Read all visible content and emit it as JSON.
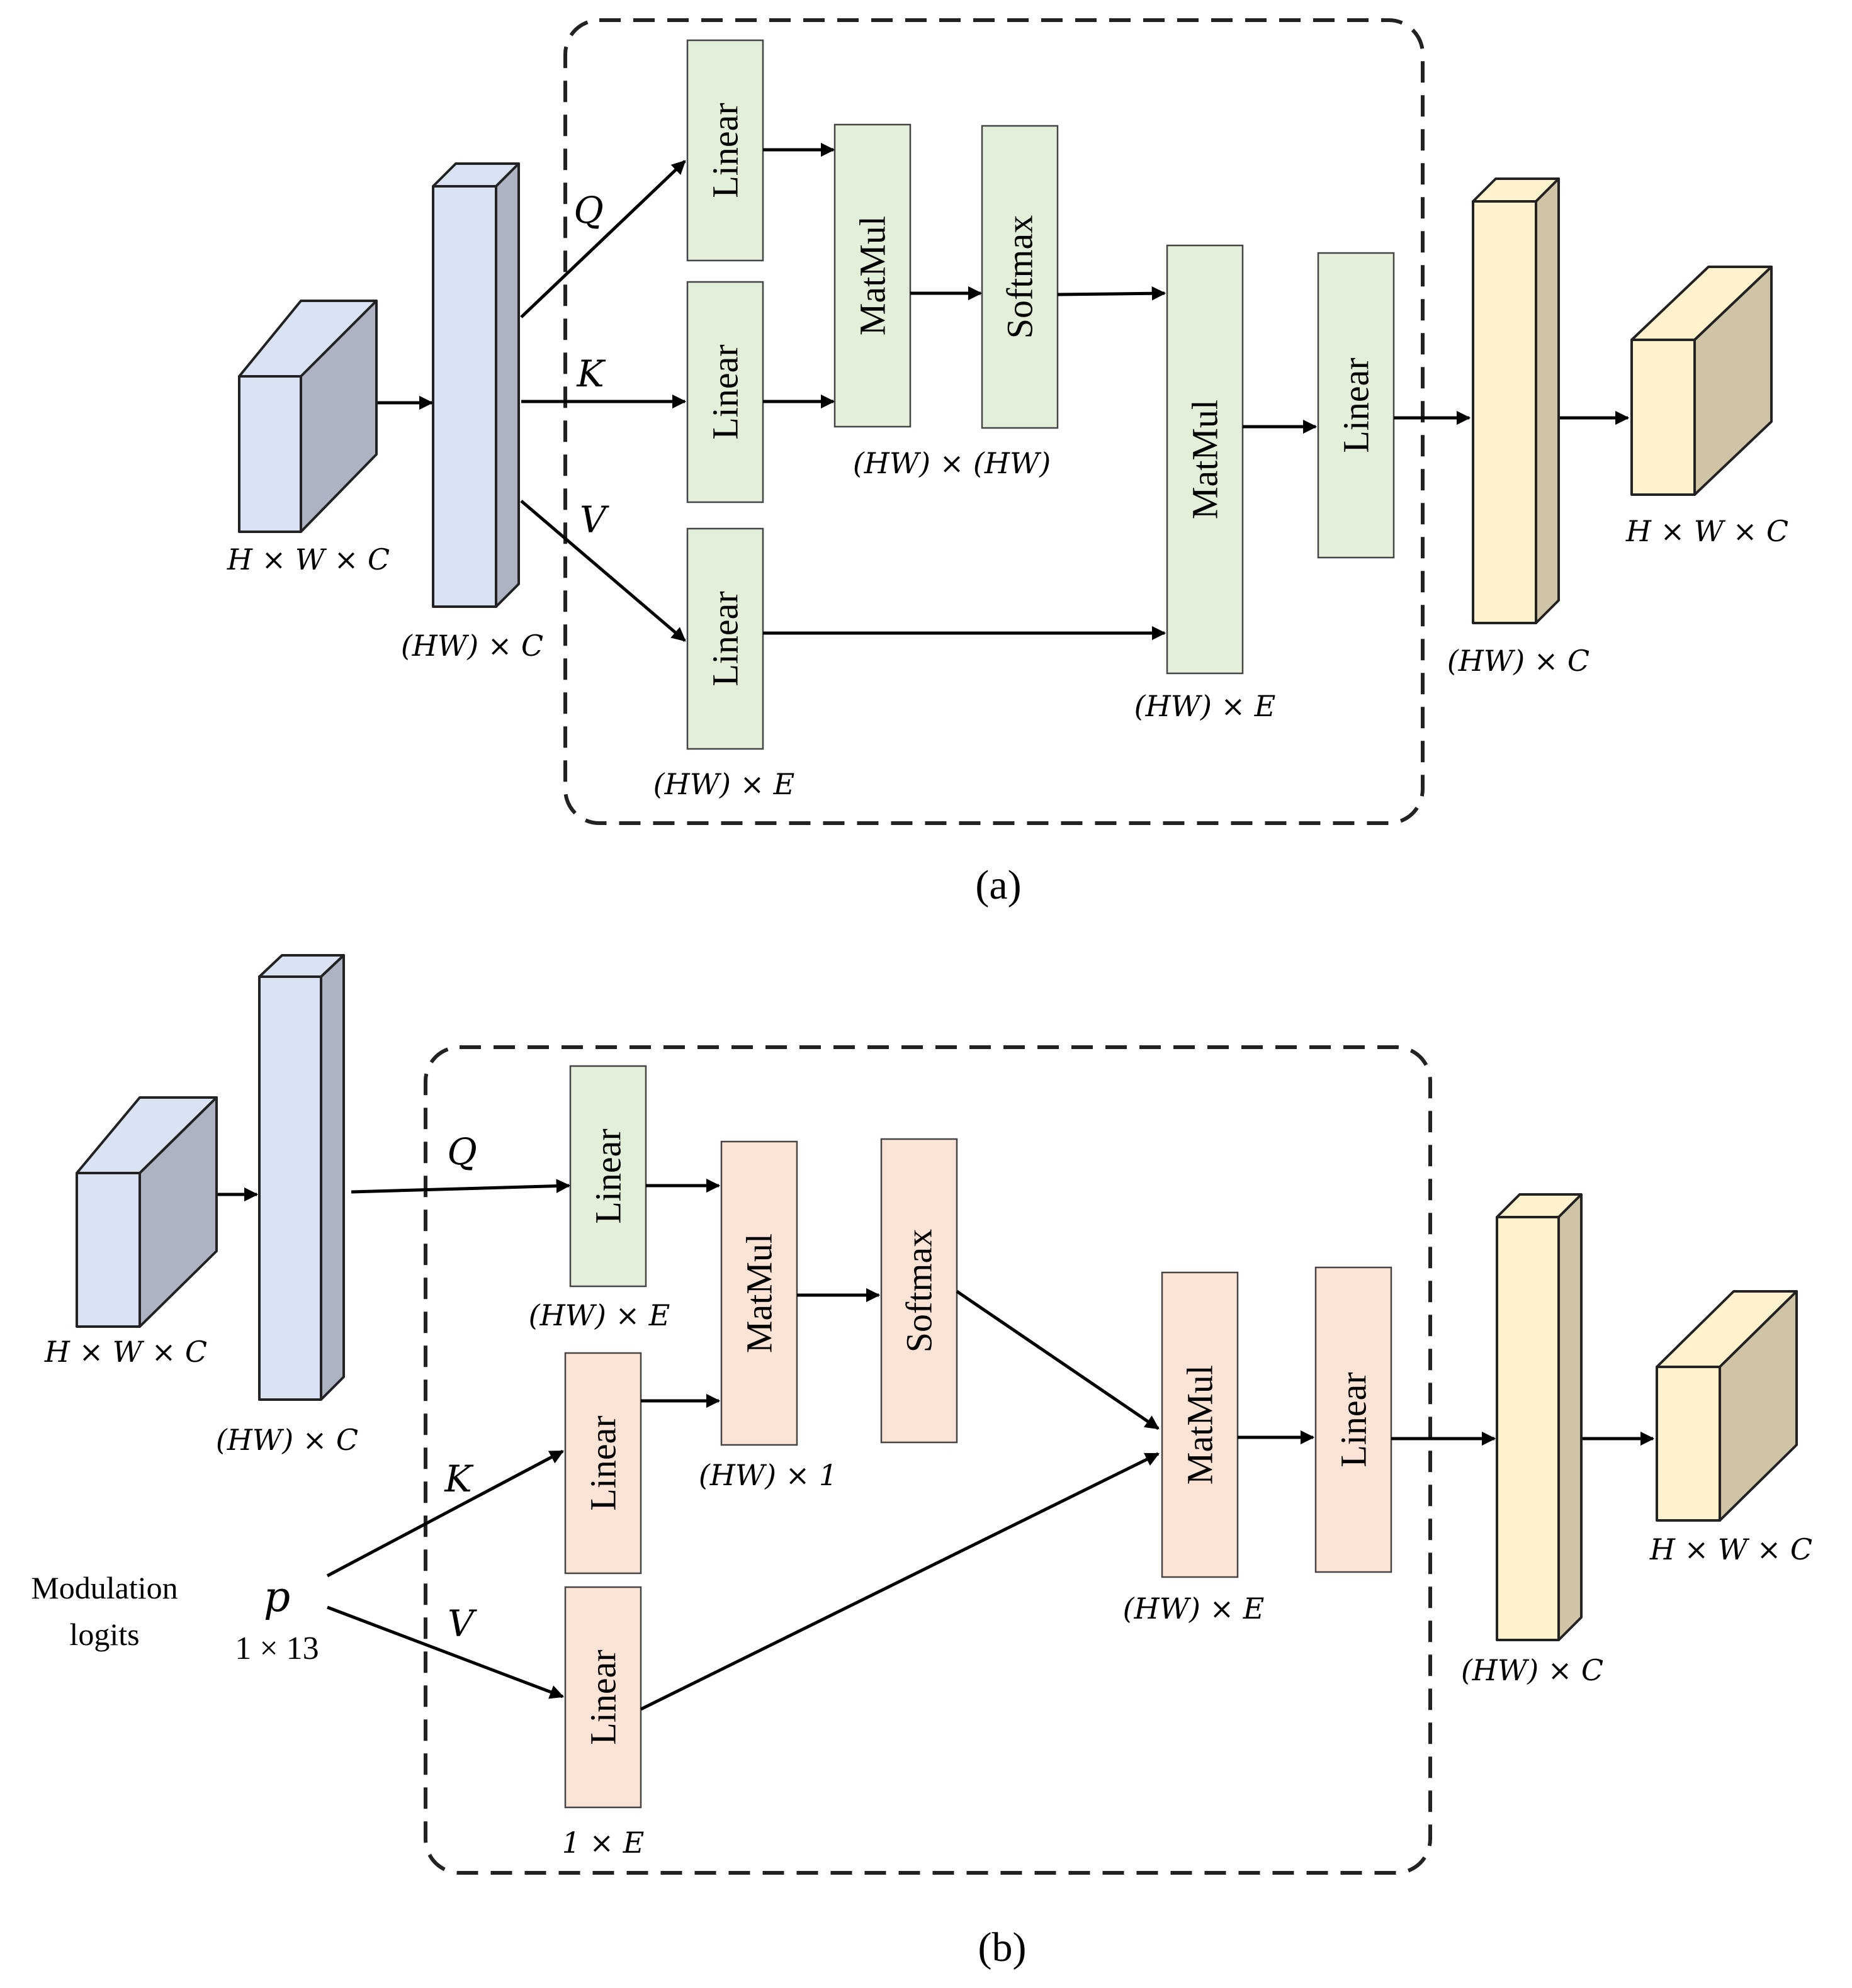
{
  "colors": {
    "green": "#e3efd9",
    "peach": "#fbe3d6",
    "blue_front": "#dae3f3",
    "blue_side": "#adb3c3",
    "yellow_front": "#fff2cc",
    "yellow_side": "#d0c4a6"
  },
  "panel_a": {
    "caption": "(a)",
    "q_label": "Q",
    "k_label": "K",
    "v_label": "V",
    "input_dim": "H × W × C",
    "flat_dim": "(HW) × C",
    "linear_q": "Linear",
    "linear_k": "Linear",
    "linear_v": "Linear",
    "v_dim": "(HW) × E",
    "matmul1": "MatMul",
    "matmul1_dim": "(HW) × (HW)",
    "softmax": "Softmax",
    "matmul2": "MatMul",
    "matmul2_dim": "(HW) × E",
    "linear_out": "Linear",
    "out_flat_dim": "(HW) × C",
    "output_dim": "H × W × C"
  },
  "panel_b": {
    "caption": "(b)",
    "q_label": "Q",
    "k_label": "K",
    "v_label": "V",
    "input_dim": "H × W × C",
    "flat_dim": "(HW) × C",
    "linear_q": "Linear",
    "q_dim": "(HW) × E",
    "linear_k": "Linear",
    "linear_v": "Linear",
    "v_dim": "1 × E",
    "matmul1": "MatMul",
    "matmul1_dim": "(HW) × 1",
    "softmax": "Softmax",
    "matmul2": "MatMul",
    "matmul2_dim": "(HW) × E",
    "linear_out": "Linear",
    "out_flat_dim": "(HW) × C",
    "output_dim": "H × W × C",
    "side_label_line1": "Modulation",
    "side_label_line2": "logits",
    "p_symbol": "p",
    "p_dim": "1 × 13"
  }
}
